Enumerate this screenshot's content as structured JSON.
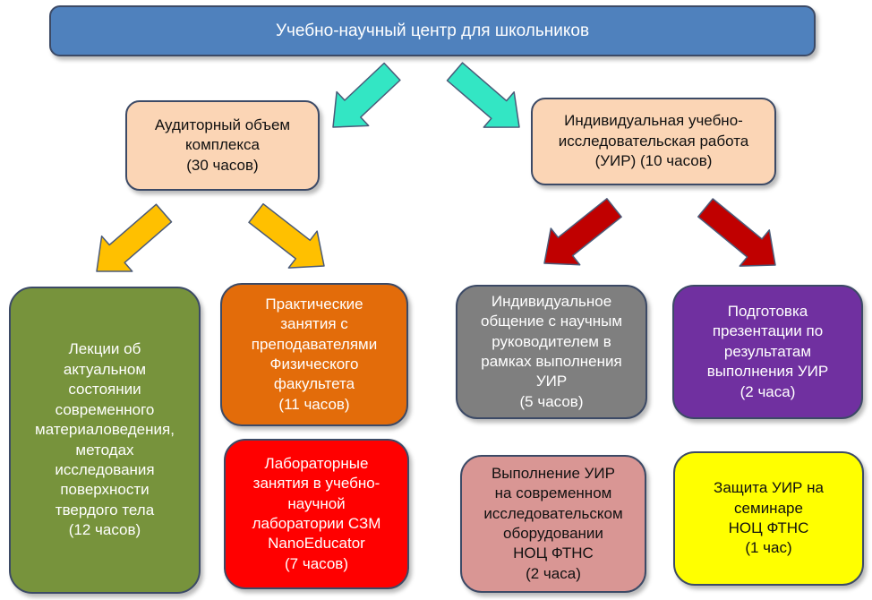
{
  "title": "Учебно-научный центр для школьников",
  "auditory": {
    "text": "Аудиторный объем\nкомплекса\n(30 часов)"
  },
  "uir": {
    "text": "Индивидуальная учебно-\nисследовательская работа\n(УИР) (10 часов)"
  },
  "lectures": {
    "text": "Лекции об\nактуальном\nсостоянии\nсовременного\nматериаловедения,\nметодах\nисследования\nповерхности\nтвердого тела\n(12 часов)"
  },
  "practical": {
    "text": "Практические\nзанятия с\nпреподавателями\nФизического\nфакультета\n(11 часов)"
  },
  "lab": {
    "text": "Лабораторные\nзанятия  в учебно-\nнаучной\nлаборатории СЗМ\nNanoEducator\n(7 часов)"
  },
  "communication": {
    "text": "Индивидуальное\nобщение с научным\nруководителем в\nрамках выполнения\nУИР\n(5 часов)"
  },
  "presentation": {
    "text": "Подготовка\nпрезентации по\nрезультатам\nвыполнения УИР\n(2 часа)"
  },
  "execution": {
    "text": "Выполнение УИР\nна  современном\nисследовательском\nоборудовании\nНОЦ ФТНС\n(2 часа)"
  },
  "defense": {
    "text": "Защита УИР на\nсеминаре\nНОЦ ФТНС\n(1 час)"
  },
  "colors": {
    "title": "#4f81bd",
    "level2": "#fbd5b5",
    "lectures": "#77933c",
    "practical": "#e36c0a",
    "lab": "#ff0000",
    "communication": "#7f7f7f",
    "presentation": "#7030a0",
    "execution": "#d99694",
    "defense": "#ffff00",
    "arrow_teal": "#33e6c4",
    "arrow_orange": "#ffc000",
    "arrow_red": "#c00000"
  }
}
